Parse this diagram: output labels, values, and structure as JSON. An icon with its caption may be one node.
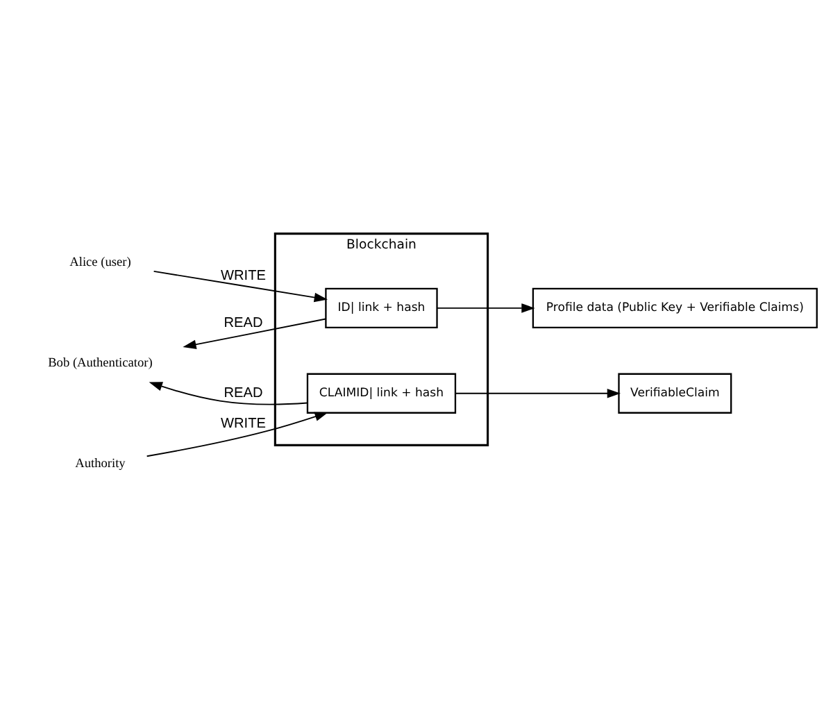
{
  "diagram": {
    "nodes": [
      {
        "text": [
          "Alice (user)"
        ]
      },
      {
        "text": [
          "Blockchain"
        ]
      },
      {
        "text": [
          "ID| link + hash"
        ],
        "in": 1
      },
      {
        "text": [
          "CLAIMID| link + hash"
        ],
        "in": 1
      },
      {
        "text": [
          "Profile data (Public Key + Verifiable Claims)"
        ]
      },
      {
        "text": [
          "VerifiableClaim"
        ]
      },
      {
        "text": [
          "Bob (Authenticator)"
        ]
      },
      {
        "text": [
          "Authority"
        ]
      }
    ],
    "edges": [
      {
        "from": 0,
        "to": 2,
        "arrow": "to",
        "label": "WRITE"
      },
      {
        "from": 2,
        "to": 4,
        "arrow": "to"
      },
      {
        "from": 2,
        "to": 6,
        "arrow": "to",
        "label": "READ"
      },
      {
        "from": 3,
        "to": 6,
        "arrow": "to",
        "label": "READ"
      },
      {
        "from": 3,
        "to": 5,
        "arrow": "to"
      },
      {
        "from": 7,
        "to": 3,
        "arrow": "to",
        "label": "WRITE"
      }
    ]
  }
}
